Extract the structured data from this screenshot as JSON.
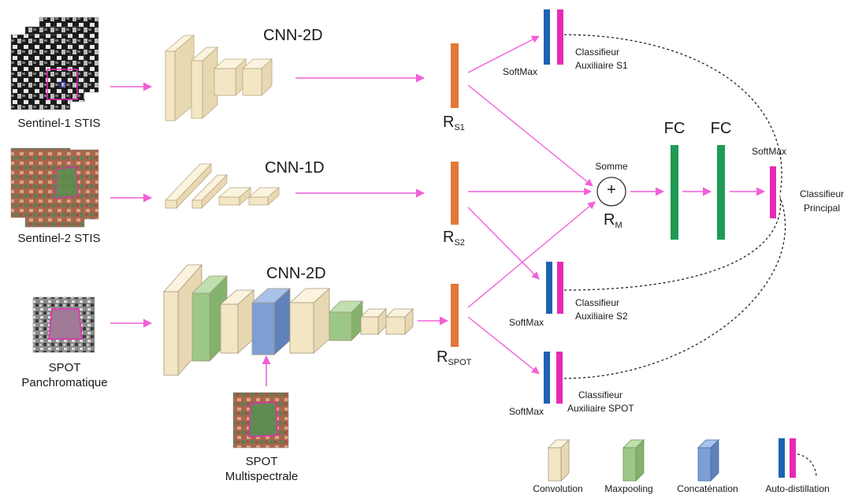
{
  "inputs": {
    "s1": "Sentinel-1 STIS",
    "s2": "Sentinel-2 STIS",
    "spot_pan_line1": "SPOT",
    "spot_pan_line2": "Panchromatique",
    "spot_ms_line1": "SPOT",
    "spot_ms_line2": "Multispectrale"
  },
  "networks": {
    "s1": "CNN-2D",
    "s2": "CNN-1D",
    "spot": "CNN-2D"
  },
  "representations": {
    "s1": {
      "base": "R",
      "sub": "S1"
    },
    "s2": {
      "base": "R",
      "sub": "S2"
    },
    "spot": {
      "base": "R",
      "sub": "SPOT"
    },
    "merged": {
      "base": "R",
      "sub": "M"
    }
  },
  "fusion": {
    "label": "Somme",
    "symbol": "+"
  },
  "dense": {
    "fc1": "FC",
    "fc2": "FC"
  },
  "classifiers": {
    "softmax": "SoftMax",
    "aux_s1_line1": "Classifieur",
    "aux_s1_line2": "Auxiliaire S1",
    "aux_s2_line1": "Classifieur",
    "aux_s2_line2": "Auxiliaire S2",
    "aux_spot_line1": "Classifieur",
    "aux_spot_line2": "Auxiliaire SPOT",
    "main_line1": "Classifieur",
    "main_line2": "Principal"
  },
  "legend": {
    "convolution": "Convolution",
    "maxpooling": "Maxpooling",
    "concatenation": "Concaténation",
    "distillation": "Auto-distillation"
  },
  "colors": {
    "convolution": "#f3e6c4",
    "maxpooling": "#9dc787",
    "concatenation": "#7d9fd4",
    "representation": "#e27838",
    "fully_connected": "#1e9b55",
    "softmax": "#e62ab4",
    "auxiliary_bar": "#1d63b4",
    "arrow": "#f25fd8"
  }
}
